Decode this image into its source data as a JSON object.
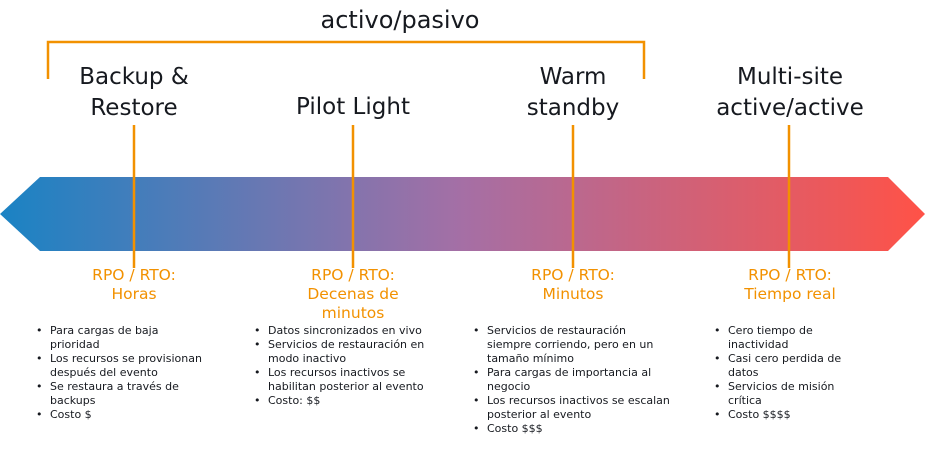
{
  "colors": {
    "accent": "#f29100",
    "gradient_start": "#1a83c4",
    "gradient_mid": "#a56fa5",
    "gradient_end": "#ff5247",
    "text": "#16191f"
  },
  "group_bracket": {
    "label": "activo/pasivo"
  },
  "strategies": [
    {
      "title": "Backup &\nRestore",
      "rpo_rto": "RPO / RTO:\nHoras",
      "bullets": [
        "Para cargas de baja\nprioridad",
        "Los recursos se provisionan\ndespués del evento",
        "Se restaura a través de\nbackups",
        "Costo $"
      ]
    },
    {
      "title": "Pilot Light",
      "rpo_rto": "RPO / RTO:\nDecenas de\nminutos",
      "bullets": [
        "Datos sincronizados en vivo",
        "Servicios de restauración en\nmodo inactivo",
        "Los recursos inactivos se\nhabilitan posterior al evento",
        "Costo: $$"
      ]
    },
    {
      "title": "Warm\nstandby",
      "rpo_rto": "RPO / RTO:\nMinutos",
      "bullets": [
        "Servicios de restauración\nsiempre corriendo, pero en un\ntamaño mínimo",
        "Para cargas de importancia al\nnegocio",
        "Los recursos inactivos se escalan\nposterior al evento",
        "Costo $$$"
      ]
    },
    {
      "title": "Multi-site\nactive/active",
      "rpo_rto": "RPO / RTO:\nTiempo real",
      "bullets": [
        "Cero tiempo de\ninactividad",
        "Casi cero perdida de\ndatos",
        "Servicios de misión\ncrítica",
        "Costo $$$$"
      ]
    }
  ]
}
